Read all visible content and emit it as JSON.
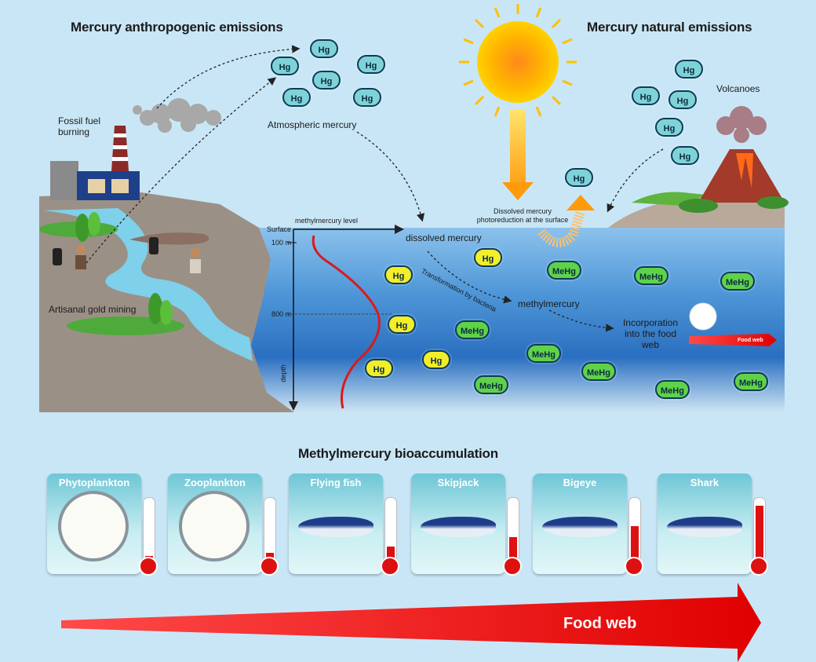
{
  "titles": {
    "anthropogenic": "Mercury anthropogenic emissions",
    "natural": "Mercury natural emissions",
    "bioaccumulation": "Methylmercury bioaccumulation"
  },
  "labels": {
    "fossil_fuel": "Fossil fuel burning",
    "artisanal": "Artisanal gold mining",
    "atmospheric": "Atmospheric mercury",
    "volcanoes": "Volcanoes",
    "dissolved": "dissolved mercury",
    "photoreduction": "Dissolved mercury photoreduction at the surface",
    "transformation": "Transformation by bacteria",
    "methylmercury": "methylmercury",
    "incorporation": "Incorporation into the food web",
    "food_web_small": "Food web",
    "food_web_big": "Food web",
    "methyl_level": "methylmercury level",
    "surface": "Surface",
    "depth_100": "100 m",
    "depth_800": "800 m",
    "depth": "depth"
  },
  "species": {
    "hg": "Hg",
    "mehg": "MeHg"
  },
  "organisms": [
    {
      "name": "Phytoplankton",
      "level": 0.08
    },
    {
      "name": "Zooplankton",
      "level": 0.12
    },
    {
      "name": "Flying fish",
      "level": 0.22
    },
    {
      "name": "Skipjack",
      "level": 0.38
    },
    {
      "name": "Bigeye",
      "level": 0.55
    },
    {
      "name": "Shark",
      "level": 0.88
    }
  ],
  "colors": {
    "background": "#c9e6f6",
    "ocean_top": "#5aa4e0",
    "ocean_deep": "#2363b8",
    "hg_cloud": "#7fd3d8",
    "hg_sea": "#f2ee2a",
    "mehg": "#5fd24a",
    "thermometer": "#d11111",
    "arrow": "#e31b1b"
  }
}
